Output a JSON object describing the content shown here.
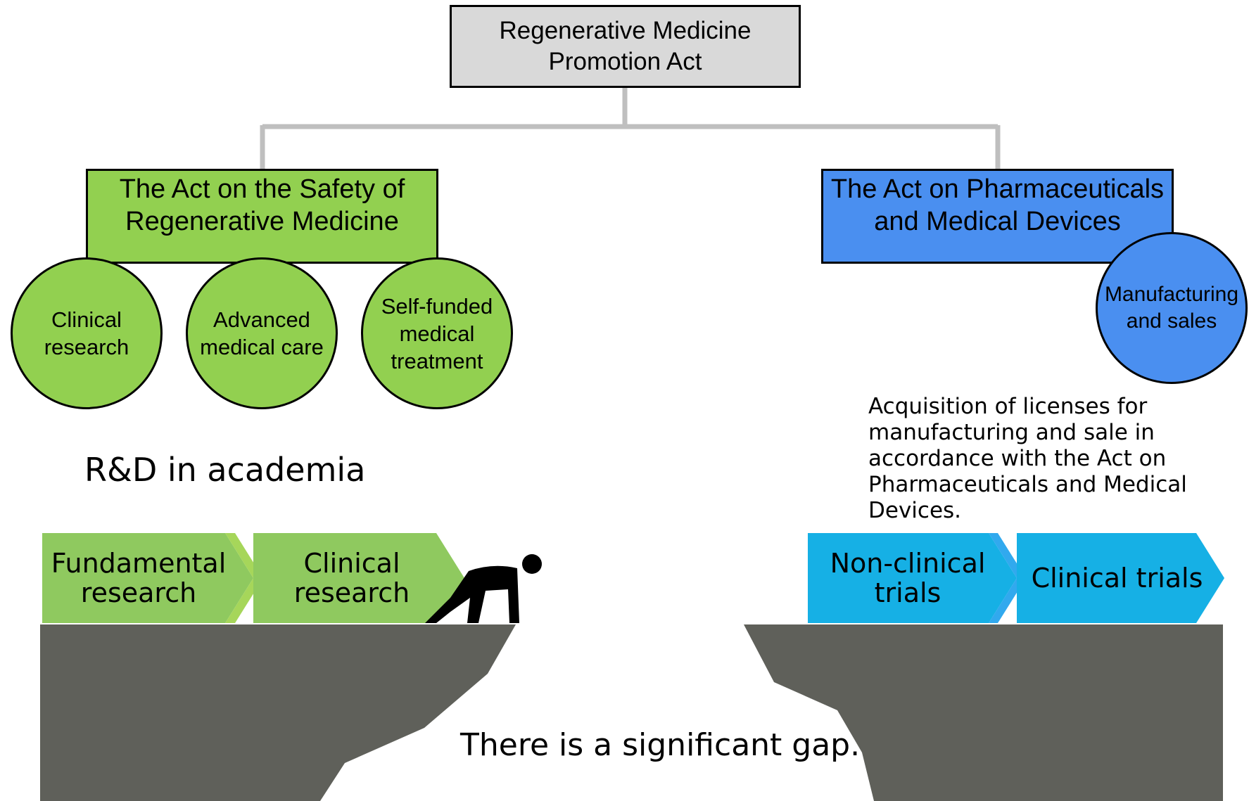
{
  "colors": {
    "top_box": "#d9d9d9",
    "green": "#92d050",
    "blue": "#4a8ff0",
    "chevron_green": "#8fc95f",
    "chevron_green_edge": "#a6d65a",
    "chevron_blue": "#16b0e5",
    "chevron_blue_edge": "#31a9ee",
    "cliff": "#5f605a",
    "connector": "#bfbfbf"
  },
  "top_box": {
    "label": "Regenerative Medicine\nPromotion Act"
  },
  "left_act": {
    "label": "The Act on the Safety of\nRegenerative Medicine",
    "circles": [
      {
        "label": "Clinical\nresearch"
      },
      {
        "label": "Advanced\nmedical care"
      },
      {
        "label": "Self-funded\nmedical\ntreatment"
      }
    ]
  },
  "right_act": {
    "label": "The Act on Pharmaceuticals\nand Medical Devices",
    "circle": {
      "label": "Manufacturing\nand sales"
    }
  },
  "rd_label": "R&D in academia",
  "acquisition_note": "Acquisition of licenses for\nmanufacturing and sale in\naccordance with the Act on\nPharmaceuticals and Medical\nDevices.",
  "left_steps": [
    {
      "label": "Fundamental\nresearch"
    },
    {
      "label": "Clinical\nresearch"
    }
  ],
  "right_steps": [
    {
      "label": "Non-clinical\ntrials"
    },
    {
      "label": "Clinical trials"
    }
  ],
  "gap_text": "There is a significant gap.",
  "figure_icon": "person-climbing-icon"
}
